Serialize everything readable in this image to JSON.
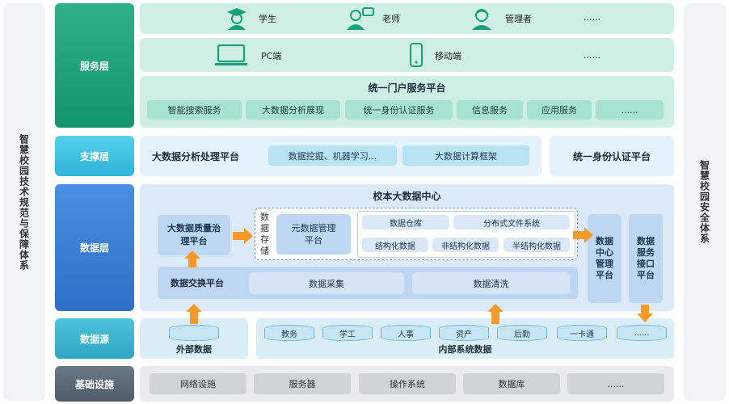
{
  "left_side": "智慧校园技术规范与保障体系",
  "right_side": "智慧校园安全体系",
  "layers": {
    "service": "服务层",
    "support": "支撑层",
    "data": "数据层",
    "source": "数据源",
    "infra": "基础设施"
  },
  "service": {
    "users": [
      "学生",
      "老师",
      "管理者",
      "......"
    ],
    "terminals": [
      "PC端",
      "移动端",
      "......"
    ],
    "portal_title": "统一门户服务平台",
    "portal_items": [
      "智能搜索服务",
      "大数据分析展现",
      "统一身份认证服务",
      "信息服务",
      "应用服务",
      "......"
    ]
  },
  "support": {
    "title": "大数据分析处理平台",
    "items": [
      "数据挖掘、机器学习...",
      "大数据计算框架"
    ],
    "auth": "统一身份认证平台"
  },
  "data": {
    "center_title": "校本大数据中心",
    "quality": "大数据质量治理平台",
    "storage": "数据存储",
    "meta": "元数据管理平台",
    "warehouse": "数据仓库",
    "dfs": "分布式文件系统",
    "structured": "结构化数据",
    "unstructured": "非结构化数据",
    "semi": "半结构化数据",
    "exchange": "数据交换平台",
    "collect": "数据采集",
    "clean": "数据清洗",
    "mgmt": "数据中心管理平台",
    "api": "数据服务接口平台"
  },
  "source": {
    "external_label": "外部数据",
    "internal_label": "内部系统数据",
    "internal_items": [
      "教务",
      "学工",
      "人事",
      "资产",
      "后勤",
      "一卡通",
      "......"
    ]
  },
  "infra": {
    "items": [
      "网络设施",
      "服务器",
      "操作系统",
      "数据库",
      "......"
    ]
  },
  "colors": {
    "green": "#13946c",
    "cyan": "#2eb5d9",
    "blue": "#2d6fc7",
    "arrow": "#f39a2b"
  }
}
